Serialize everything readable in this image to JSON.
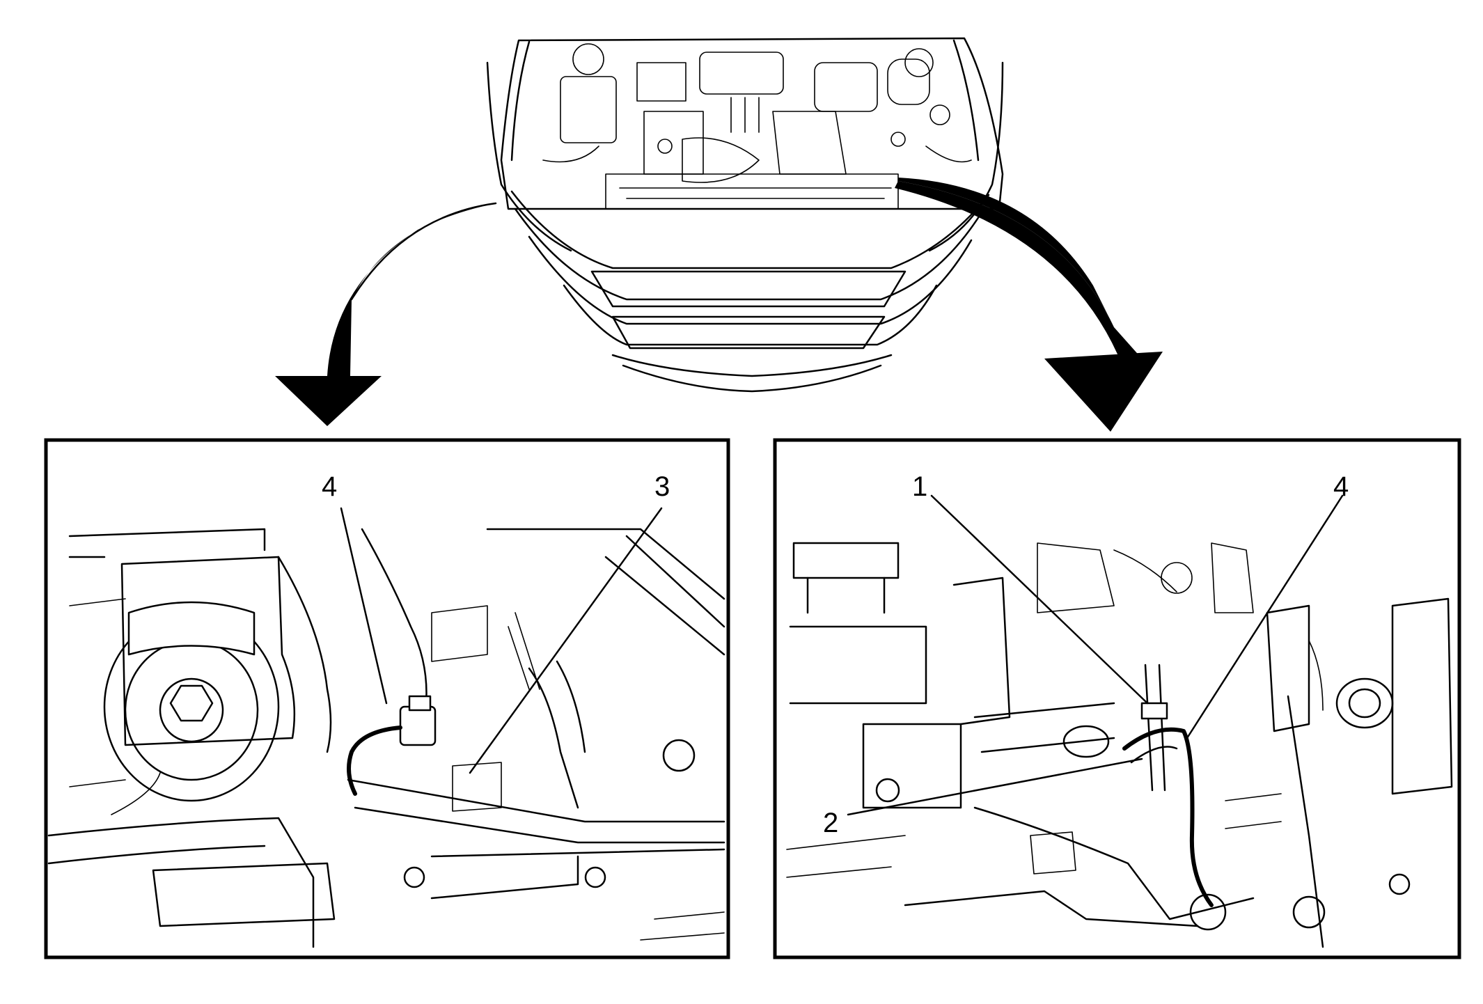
{
  "callouts": {
    "left_4": "4",
    "left_3": "3",
    "right_1": "1",
    "right_4": "4",
    "right_2": "2"
  },
  "colors": {
    "line": "#000000",
    "background": "#ffffff"
  }
}
